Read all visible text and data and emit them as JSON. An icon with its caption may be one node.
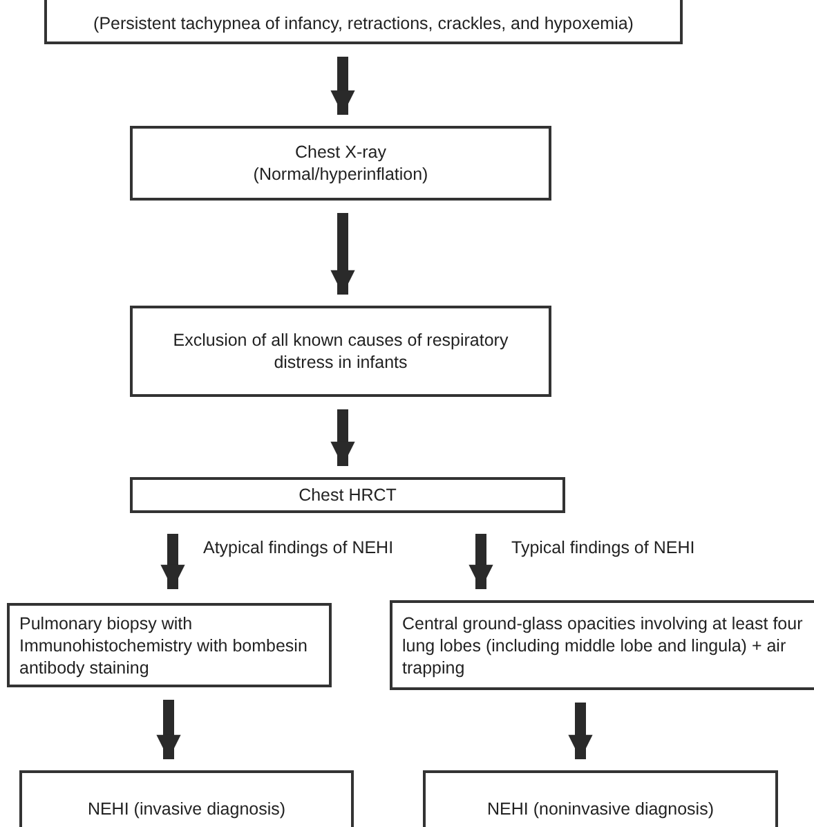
{
  "diagram": {
    "nodes": [
      {
        "text": [
          "(Persistent tachypnea of infancy, retractions, crackles, and hypoxemia)"
        ]
      },
      {
        "text": [
          "Chest X-ray",
          "(Normal/hyperinflation)"
        ]
      },
      {
        "text": [
          "Exclusion of all known causes of respiratory distress in infants"
        ]
      },
      {
        "text": [
          "Chest HRCT"
        ]
      },
      {
        "text": [
          "Pulmonary biopsy with Immunohistochemistry with bombesin antibody staining"
        ]
      },
      {
        "text": [
          "Central ground-glass opacities involving at least four lung lobes (including middle lobe and lingula) + air trapping"
        ]
      },
      {
        "text": [
          "NEHI (invasive diagnosis)"
        ]
      },
      {
        "text": [
          "NEHI (noninvasive diagnosis)"
        ]
      }
    ],
    "edges": [
      {
        "from": 0,
        "to": 1,
        "arrow": "to"
      },
      {
        "from": 1,
        "to": 2,
        "arrow": "to"
      },
      {
        "from": 2,
        "to": 3,
        "arrow": "to"
      },
      {
        "from": 3,
        "to": 4,
        "arrow": "to",
        "label": "Atypical findings of NEHI"
      },
      {
        "from": 3,
        "to": 5,
        "arrow": "to",
        "label": "Typical findings of NEHI"
      },
      {
        "from": 4,
        "to": 6,
        "arrow": "to"
      },
      {
        "from": 5,
        "to": 7,
        "arrow": "to"
      }
    ]
  }
}
